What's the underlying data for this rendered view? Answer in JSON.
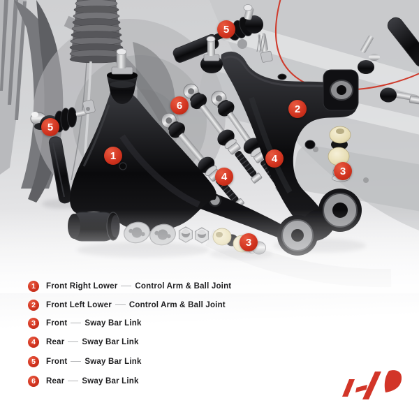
{
  "photo": {
    "description": "Front suspension kit product photo: two lower control arms with ball joints, six sway bar links, bushings, washers and nuts over a faded grayscale car-suspension background",
    "markers": [
      {
        "label": "1"
      },
      {
        "label": "2"
      },
      {
        "label": "3"
      },
      {
        "label": "3"
      },
      {
        "label": "4"
      },
      {
        "label": "4"
      },
      {
        "label": "5"
      },
      {
        "label": "5"
      },
      {
        "label": "6"
      }
    ]
  },
  "legend": {
    "items": [
      {
        "number": "1",
        "location": "Front Right Lower",
        "part": "Control Arm & Ball Joint"
      },
      {
        "number": "2",
        "location": "Front Left Lower",
        "part": "Control Arm & Ball Joint"
      },
      {
        "number": "3",
        "location": "Front",
        "part": "Sway Bar Link"
      },
      {
        "number": "4",
        "location": "Rear",
        "part": "Sway Bar Link"
      },
      {
        "number": "5",
        "location": "Front",
        "part": "Sway Bar Link"
      },
      {
        "number": "6",
        "location": "Rear",
        "part": "Sway Bar Link"
      }
    ]
  },
  "branding": {
    "logo_icon": "ap-monogram"
  },
  "colors": {
    "marker_red": "#d23420",
    "logo_red": "#d23528",
    "accent_line_red": "#cf3a2b",
    "legend_text": "#1e1e20",
    "connector_gray": "#b3b4b6",
    "background_gray": "#d3d4d6",
    "bushing_cream": "#e9dfb6"
  }
}
